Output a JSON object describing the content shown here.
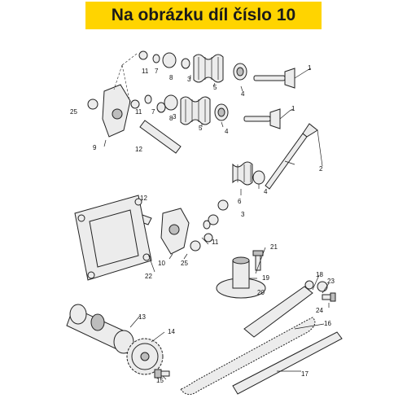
{
  "banner": {
    "text": "Na obrázku díl číslo 10",
    "color": "#ffd400"
  },
  "callouts": [
    "1",
    "1",
    "2",
    "3",
    "3",
    "3",
    "4",
    "4",
    "4",
    "5",
    "5",
    "6",
    "7",
    "7",
    "8",
    "8",
    "9",
    "10",
    "11",
    "11",
    "11",
    "12",
    "12",
    "13",
    "14",
    "15",
    "16",
    "17",
    "18",
    "19",
    "20",
    "21",
    "22",
    "23",
    "24",
    "25",
    "25"
  ]
}
